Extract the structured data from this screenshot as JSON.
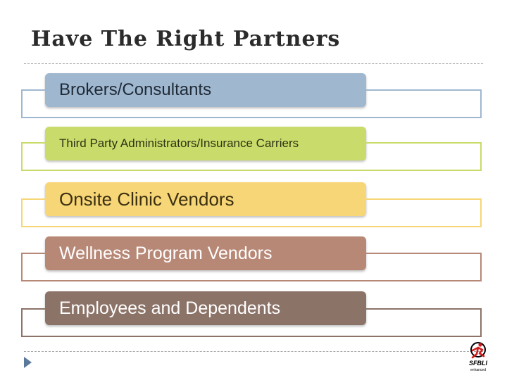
{
  "slide": {
    "title": "Have The Right Partners"
  },
  "partners": [
    {
      "label": "Brokers/Consultants",
      "color": "#9fb7cf",
      "frame_color": "#9fb7cf"
    },
    {
      "label": "Third Party Administrators/Insurance Carriers",
      "color": "#c9db6a",
      "frame_color": "#c9db6a"
    },
    {
      "label": "Onsite Clinic Vendors",
      "color": "#f7d677",
      "frame_color": "#f7d677"
    },
    {
      "label": "Wellness Program Vendors",
      "color": "#b88876",
      "frame_color": "#b88876"
    },
    {
      "label": "Employees and Dependents",
      "color": "#8c7368",
      "frame_color": "#8c7368"
    }
  ],
  "logo": {
    "text": "SFBLI",
    "subtext": "enhanced",
    "icon": "running-figure-logo"
  },
  "navigation": {
    "icon": "play-arrow-icon"
  }
}
